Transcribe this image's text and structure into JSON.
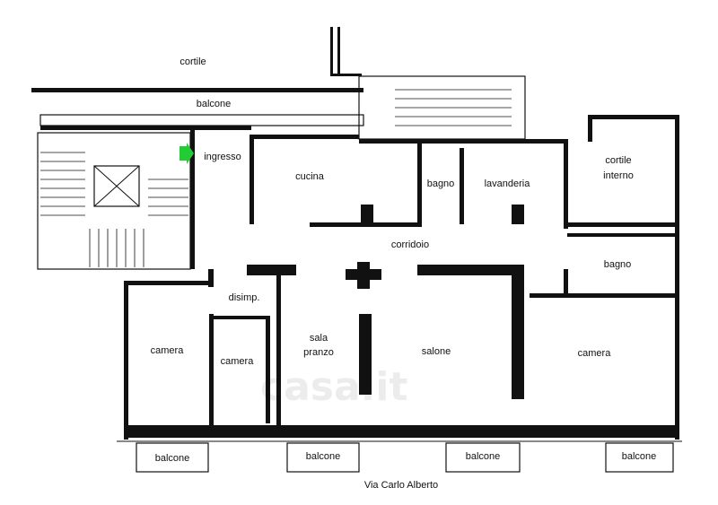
{
  "plan": {
    "labels": {
      "cortile": "cortile",
      "balcone_top": "balcone",
      "ingresso": "ingresso",
      "cucina": "cucina",
      "bagno_1": "bagno",
      "lavanderia": "lavanderia",
      "cortile_interno_1": "cortile",
      "cortile_interno_2": "interno",
      "corridoio": "corridoio",
      "bagno_2": "bagno",
      "disimp": "disimp.",
      "camera_1": "camera",
      "camera_2": "camera",
      "sala_pranzo_1": "sala",
      "sala_pranzo_2": "pranzo",
      "salone": "salone",
      "camera_3": "camera",
      "balcone_1": "balcone",
      "balcone_2": "balcone",
      "balcone_3": "balcone",
      "balcone_4": "balcone",
      "street": "Via Carlo Alberto"
    },
    "watermark": "casa.it",
    "entrance_arrow_color": "#22cc33"
  }
}
